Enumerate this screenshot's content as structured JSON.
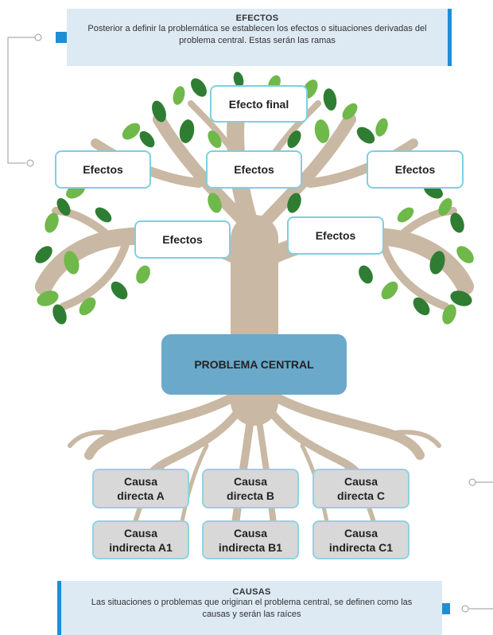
{
  "callouts": {
    "top": {
      "title": "EFECTOS",
      "text": "Posterior a definir la problemática se establecen los efectos o situaciones derivadas del problema central. Estas serán las ramas"
    },
    "bottom": {
      "title": "CAUSAS",
      "text": "Las situaciones o problemas que originan el problema central, se definen como las causas y serán las raíces"
    }
  },
  "effects": {
    "final": "Efecto final",
    "left": "Efectos",
    "center": "Efectos",
    "right": "Efectos",
    "lower_left": "Efectos",
    "lower_right": "Efectos"
  },
  "central_problem": "PROBLEMA CENTRAL",
  "causes": {
    "direct": [
      "Causa\ndirecta A",
      "Causa\ndirecta B",
      "Causa\ndirecta C"
    ],
    "indirect": [
      "Causa\nindirecta A1",
      "Causa\nindirecta B1",
      "Causa\nindirecta C1"
    ]
  },
  "colors": {
    "trunk": "#c9b8a3",
    "leaf_dark": "#2f7d32",
    "leaf_light": "#6fb84a",
    "accent": "#1e8fd6",
    "callout_bg": "#dde9f3",
    "box_border": "#7fcfe1",
    "central_bg": "#6aa9c9",
    "cause_bg": "#d8d8d8"
  }
}
